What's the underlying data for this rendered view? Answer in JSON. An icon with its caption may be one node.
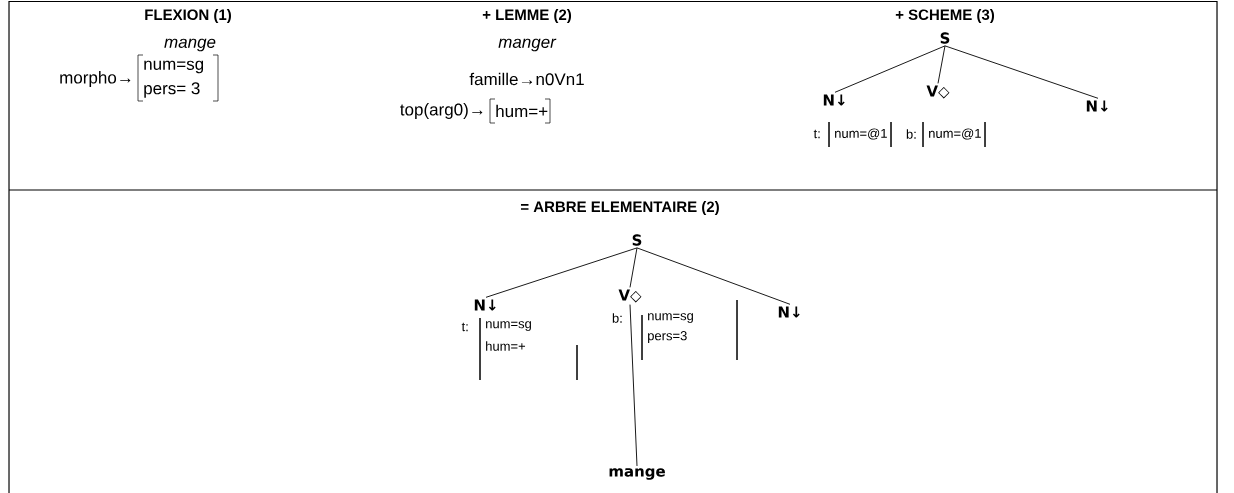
{
  "diagram": {
    "nodes": [
      {
        "text": [
          "S"
        ]
      },
      {
        "text": [
          "N↓"
        ]
      },
      {
        "text": [
          "V◇"
        ]
      },
      {
        "text": [
          "N↓"
        ]
      },
      {
        "text": [
          "S"
        ]
      },
      {
        "text": [
          "N↓"
        ]
      },
      {
        "text": [
          "V◇"
        ]
      },
      {
        "text": [
          "N↓"
        ]
      },
      {
        "text": [
          "mange"
        ]
      }
    ],
    "edges": [
      {
        "from": 0,
        "to": 1,
        "arrow": "none"
      },
      {
        "from": 0,
        "to": 2,
        "arrow": "none"
      },
      {
        "from": 0,
        "to": 3,
        "arrow": "none"
      },
      {
        "from": 4,
        "to": 5,
        "arrow": "none"
      },
      {
        "from": 4,
        "to": 6,
        "arrow": "none"
      },
      {
        "from": 4,
        "to": 7,
        "arrow": "none"
      },
      {
        "from": 6,
        "to": 8,
        "arrow": "none"
      }
    ],
    "labels": [
      "FLEXION (1)",
      "+ LEMME (2)",
      "+ SCHEME (3)",
      "mange",
      "manger",
      "morpho→",
      "num=sg",
      "pers= 3",
      "famille→n0Vn1",
      "top(arg0)→",
      "hum=+",
      "t:",
      "num=@1",
      "b:",
      "num=@1",
      "= ARBRE ELEMENTAIRE (2)",
      "t:",
      "num=sg",
      "hum=+",
      "b:",
      "num=sg",
      "pers=3"
    ]
  }
}
